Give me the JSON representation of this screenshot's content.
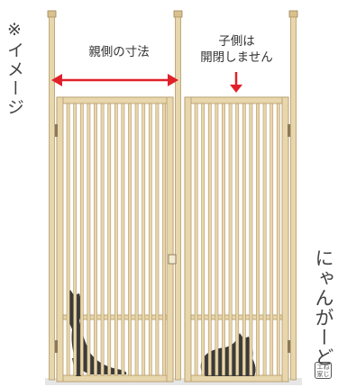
{
  "annotations": {
    "image_note": "※イメージ",
    "parent_dimension_label": "親側の寸法",
    "child_label_line1": "子側は",
    "child_label_line2": "開閉しません"
  },
  "brand": {
    "name": "にゃんがーど",
    "seal_line1": "エね",
    "seal_line2": "家じ"
  },
  "colors": {
    "wood": "#e8d6ac",
    "wood_edge": "#b39a6a",
    "arrow": "#e0202a",
    "cat": "#3a3a3a",
    "ground": "#e6e6e6"
  }
}
